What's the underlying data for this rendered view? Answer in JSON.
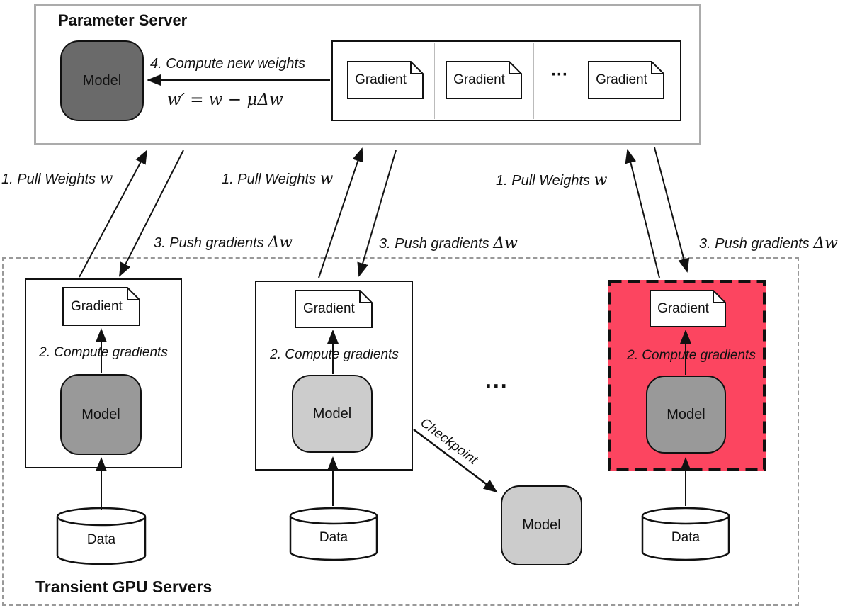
{
  "colors": {
    "highlight_worker_bg": "#fc4560",
    "server_model_fill": "#6a6a6a",
    "worker1_model_fill": "#999999",
    "worker2_model_fill": "#cccccc",
    "worker3_model_fill": "#999999",
    "checkpoint_model_fill": "#cccccc",
    "server_frame_border": "#ababab",
    "gpu_frame_border": "#999999",
    "line_color": "#111111"
  },
  "parameter_server": {
    "title": "Parameter Server",
    "model_label": "Model",
    "compute_label": "4. Compute new weights",
    "formula": "w′ = w − μΔw",
    "gradients": [
      {
        "label": "Gradient"
      },
      {
        "label": "Gradient"
      },
      {
        "label": "Gradient"
      }
    ],
    "ellipsis": "···"
  },
  "edges": {
    "pull_labels": [
      {
        "text": "1. Pull Weights",
        "math": "w"
      },
      {
        "text": "1. Pull Weights",
        "math": "w"
      },
      {
        "text": "1. Pull Weights",
        "math": "w"
      }
    ],
    "push_labels": [
      {
        "text": "3. Push gradients",
        "math": "Δw"
      },
      {
        "text": "3. Push gradients",
        "math": "Δw"
      },
      {
        "text": "3. Push gradients",
        "math": "Δw"
      }
    ],
    "checkpoint_label": "Checkpoint"
  },
  "gpu_cluster": {
    "title": "Transient GPU Servers",
    "ellipsis": "...",
    "checkpoint_model_label": "Model",
    "workers": [
      {
        "gradient_label": "Gradient",
        "compute_label": "2. Compute gradients",
        "model_label": "Model",
        "data_label": "Data"
      },
      {
        "gradient_label": "Gradient",
        "compute_label": "2. Compute gradients",
        "model_label": "Model",
        "data_label": "Data"
      },
      {
        "gradient_label": "Gradient",
        "compute_label": "2. Compute gradients",
        "model_label": "Model",
        "data_label": "Data"
      }
    ]
  }
}
